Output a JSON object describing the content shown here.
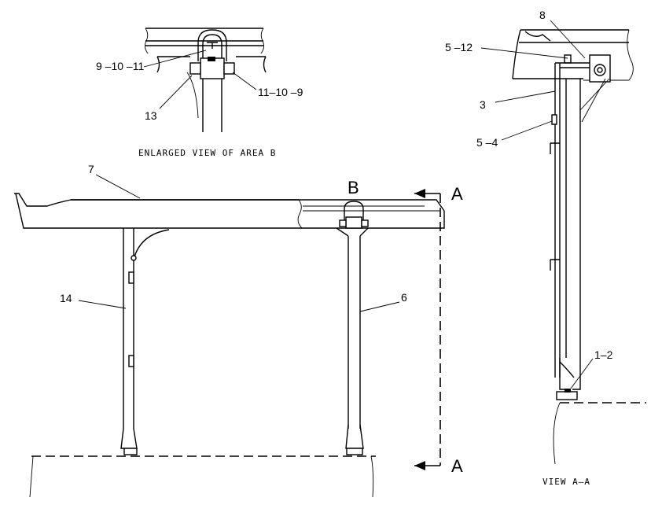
{
  "detail_view": {
    "caption": "ENLARGED VIEW OF AREA B",
    "labels": {
      "top_left": "9 –10 –11",
      "right": "11–10 –9",
      "bottom_left": "13"
    }
  },
  "main_view": {
    "labels": {
      "rail": "7",
      "left_post": "14",
      "right_post": "6",
      "area_marker": "B"
    },
    "section_markers": {
      "top": "A",
      "bottom": "A"
    }
  },
  "section_view": {
    "caption": "VIEW A–A",
    "labels": {
      "top": "8",
      "bolt": "5 –12",
      "bracket": "3",
      "fastener": "5 –4",
      "base": "1–2"
    }
  }
}
